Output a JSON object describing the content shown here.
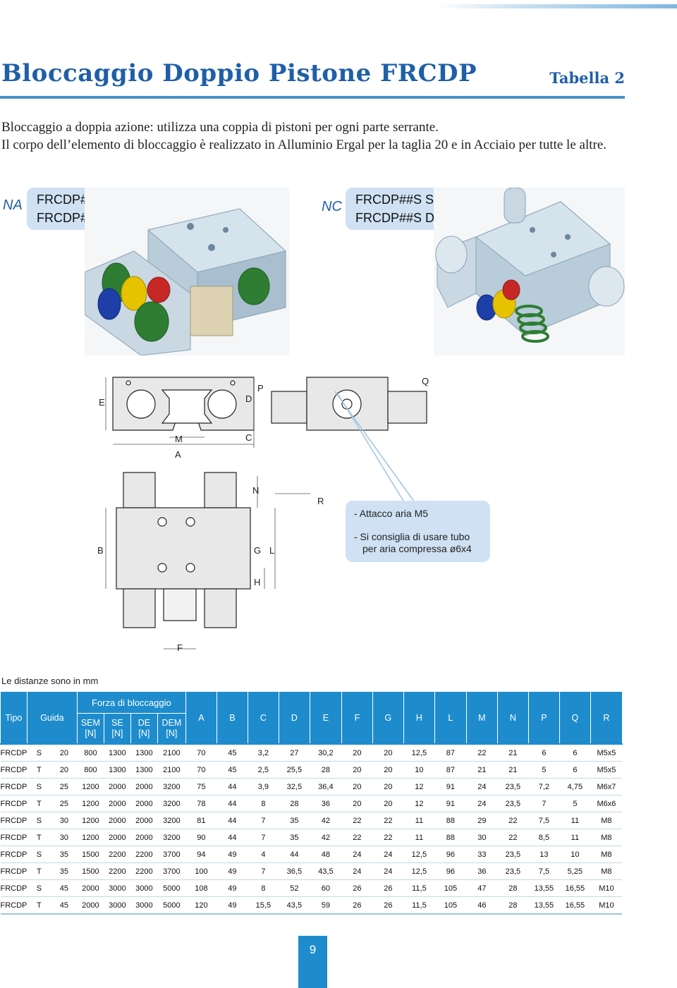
{
  "header": {
    "title": "Bloccaggio Doppio Pistone FRCDP",
    "tabella": "Tabella 2"
  },
  "intro": {
    "line1": "Bloccaggio a doppia azione: utilizza una coppia di pistoni per ogni parte serrante.",
    "line2": "Il corpo dell’elemento di bloccaggio è realizzato in Alluminio Ergal per la taglia 20 e in Acciaio per tutte le altre."
  },
  "variants": {
    "na": {
      "tag": "NA",
      "label1": "FRCDP##S SE",
      "label2": "FRCDP##S DE"
    },
    "nc": {
      "tag": "NC",
      "label1": "FRCDP##S SEM",
      "label2": "FRCDP##S DEM"
    }
  },
  "drawing_letters": {
    "E": "E",
    "D": "D",
    "P": "P",
    "Q": "Q",
    "C": "C",
    "M": "M",
    "A": "A",
    "N": "N",
    "R": "R",
    "B": "B",
    "G": "G",
    "L": "L",
    "H": "H",
    "F": "F"
  },
  "note": {
    "line1": "- Attacco aria M5",
    "line2": "- Si consiglia di usare tubo per aria compressa ø6x4"
  },
  "caption": "Le distanze sono in mm",
  "table": {
    "group_header": "Forza di bloccaggio",
    "headers": {
      "tipo": "Tipo",
      "guida": "Guida",
      "sem": "SEM [N]",
      "se": "SE [N]",
      "de": "DE [N]",
      "dem": "DEM [N]",
      "A": "A",
      "B": "B",
      "C": "C",
      "D": "D",
      "E": "E",
      "F": "F",
      "G": "G",
      "H": "H",
      "L": "L",
      "M": "M",
      "N": "N",
      "P": "P",
      "Q": "Q",
      "R": "R"
    },
    "rows": [
      [
        "FRCDP",
        "S",
        "20",
        "800",
        "1300",
        "1300",
        "2100",
        "70",
        "45",
        "3,2",
        "27",
        "30,2",
        "20",
        "20",
        "12,5",
        "87",
        "22",
        "21",
        "6",
        "6",
        "M5x5"
      ],
      [
        "FRCDP",
        "T",
        "20",
        "800",
        "1300",
        "1300",
        "2100",
        "70",
        "45",
        "2,5",
        "25,5",
        "28",
        "20",
        "20",
        "10",
        "87",
        "21",
        "21",
        "5",
        "6",
        "M5x5"
      ],
      [
        "FRCDP",
        "S",
        "25",
        "1200",
        "2000",
        "2000",
        "3200",
        "75",
        "44",
        "3,9",
        "32,5",
        "36,4",
        "20",
        "20",
        "12",
        "91",
        "24",
        "23,5",
        "7,2",
        "4,75",
        "M6x7"
      ],
      [
        "FRCDP",
        "T",
        "25",
        "1200",
        "2000",
        "2000",
        "3200",
        "78",
        "44",
        "8",
        "28",
        "36",
        "20",
        "20",
        "12",
        "91",
        "24",
        "23,5",
        "7",
        "5",
        "M6x6"
      ],
      [
        "FRCDP",
        "S",
        "30",
        "1200",
        "2000",
        "2000",
        "3200",
        "81",
        "44",
        "7",
        "35",
        "42",
        "22",
        "22",
        "11",
        "88",
        "29",
        "22",
        "7,5",
        "11",
        "M8"
      ],
      [
        "FRCDP",
        "T",
        "30",
        "1200",
        "2000",
        "2000",
        "3200",
        "90",
        "44",
        "7",
        "35",
        "42",
        "22",
        "22",
        "11",
        "88",
        "30",
        "22",
        "8,5",
        "11",
        "M8"
      ],
      [
        "FRCDP",
        "S",
        "35",
        "1500",
        "2200",
        "2200",
        "3700",
        "94",
        "49",
        "4",
        "44",
        "48",
        "24",
        "24",
        "12,5",
        "96",
        "33",
        "23,5",
        "13",
        "10",
        "M8"
      ],
      [
        "FRCDP",
        "T",
        "35",
        "1500",
        "2200",
        "2200",
        "3700",
        "100",
        "49",
        "7",
        "36,5",
        "43,5",
        "24",
        "24",
        "12,5",
        "96",
        "36",
        "23,5",
        "7,5",
        "5,25",
        "M8"
      ],
      [
        "FRCDP",
        "S",
        "45",
        "2000",
        "3000",
        "3000",
        "5000",
        "108",
        "49",
        "8",
        "52",
        "60",
        "26",
        "26",
        "11,5",
        "105",
        "47",
        "28",
        "13,55",
        "16,55",
        "M10"
      ],
      [
        "FRCDP",
        "T",
        "45",
        "2000",
        "3000",
        "3000",
        "5000",
        "120",
        "49",
        "15,5",
        "43,5",
        "59",
        "26",
        "26",
        "11,5",
        "105",
        "46",
        "28",
        "13,55",
        "16,55",
        "M10"
      ]
    ]
  },
  "page_number": "9",
  "colors": {
    "accent": "#1f5fa8",
    "table_header": "#1e8ccc",
    "label_bg": "#cfe1f3"
  }
}
